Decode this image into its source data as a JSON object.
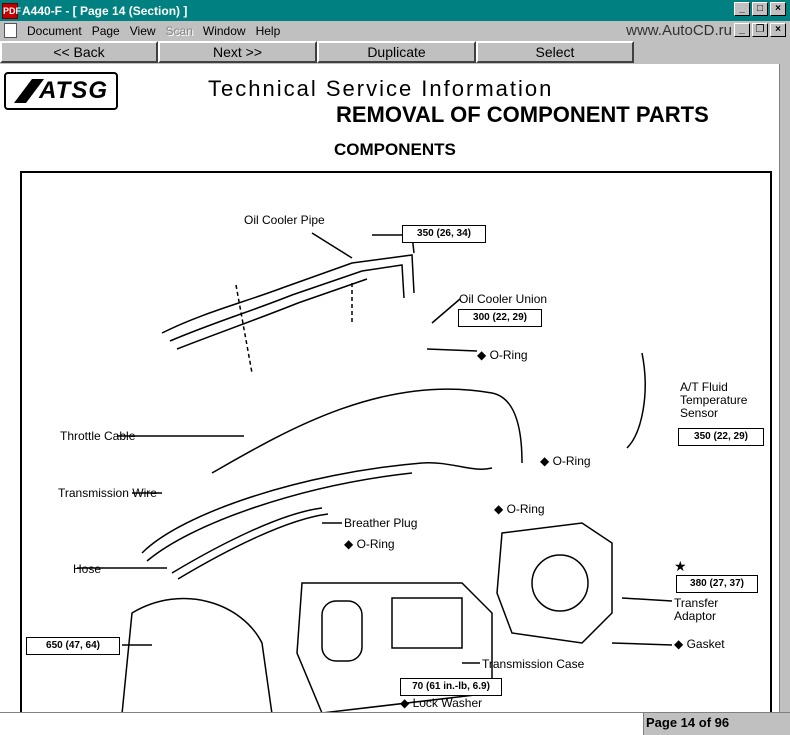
{
  "window": {
    "title": "A440-F - [ Page 14 (Section) ]",
    "app_icon_text": "PDF"
  },
  "menubar": {
    "items": [
      {
        "label": "Document",
        "disabled": false
      },
      {
        "label": "Page",
        "disabled": false
      },
      {
        "label": "View",
        "disabled": false
      },
      {
        "label": "Scan",
        "disabled": true
      },
      {
        "label": "Window",
        "disabled": false
      },
      {
        "label": "Help",
        "disabled": false
      }
    ],
    "watermark": "www.AutoCD.ru"
  },
  "toolbar": {
    "back": "<< Back",
    "next": "Next >>",
    "duplicate": "Duplicate",
    "select": "Select"
  },
  "page": {
    "logo_text": "ATSG",
    "header_tsi": "Technical Service Information",
    "header_removal": "REMOVAL OF COMPONENT PARTS",
    "header_components": "COMPONENTS"
  },
  "diagram": {
    "labels": {
      "oil_cooler_pipe": "Oil Cooler Pipe",
      "oil_cooler_union": "Oil Cooler Union",
      "o_ring_1": "◆ O-Ring",
      "at_fluid_sensor_1": "A/T Fluid",
      "at_fluid_sensor_2": "Temperature",
      "at_fluid_sensor_3": "Sensor",
      "throttle_cable": "Throttle Cable",
      "o_ring_2": "◆ O-Ring",
      "o_ring_3": "◆ O-Ring",
      "transmission_wire": "Transmission Wire",
      "breather_plug": "Breather Plug",
      "o_ring_4": "◆ O-Ring",
      "hose": "Hose",
      "transfer_adaptor_1": "Transfer",
      "transfer_adaptor_2": "Adaptor",
      "gasket": "◆ Gasket",
      "transmission_case": "Transmission Case",
      "lock_washer": "◆ Lock Washer",
      "star": "★"
    },
    "torques": {
      "t350a": "350 (26, 34)",
      "t300a": "300 (22, 29)",
      "t350b": "350 (22, 29)",
      "t380": "380 (27, 37)",
      "t650": "650 (47, 64)",
      "t70": "70 (61 in.-lb, 6.9)"
    }
  },
  "status": {
    "page_label": "Page 14 of 96"
  }
}
